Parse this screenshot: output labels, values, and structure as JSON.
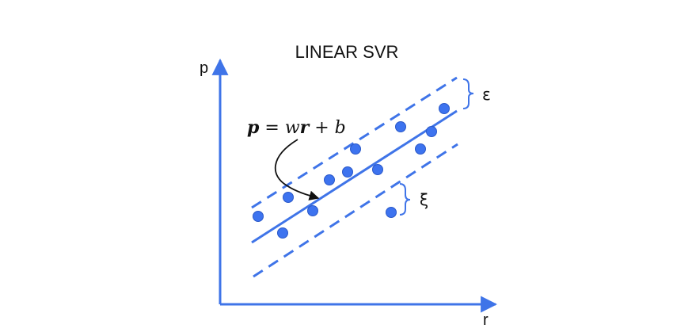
{
  "title": "LINEAR SVR",
  "axes": {
    "y_label": "p",
    "x_label": "r"
  },
  "equation": {
    "lhs": "p",
    "equals": " = ",
    "coef": "w",
    "var": "r",
    "plus": " + ",
    "intercept": "b"
  },
  "annotations": {
    "margin_symbol": "ε",
    "slack_symbol": "ξ"
  },
  "colors": {
    "accent": "#3f74e8",
    "point_fill": "#3d73ef",
    "point_stroke": "#2a58c8",
    "text": "#111111"
  }
}
